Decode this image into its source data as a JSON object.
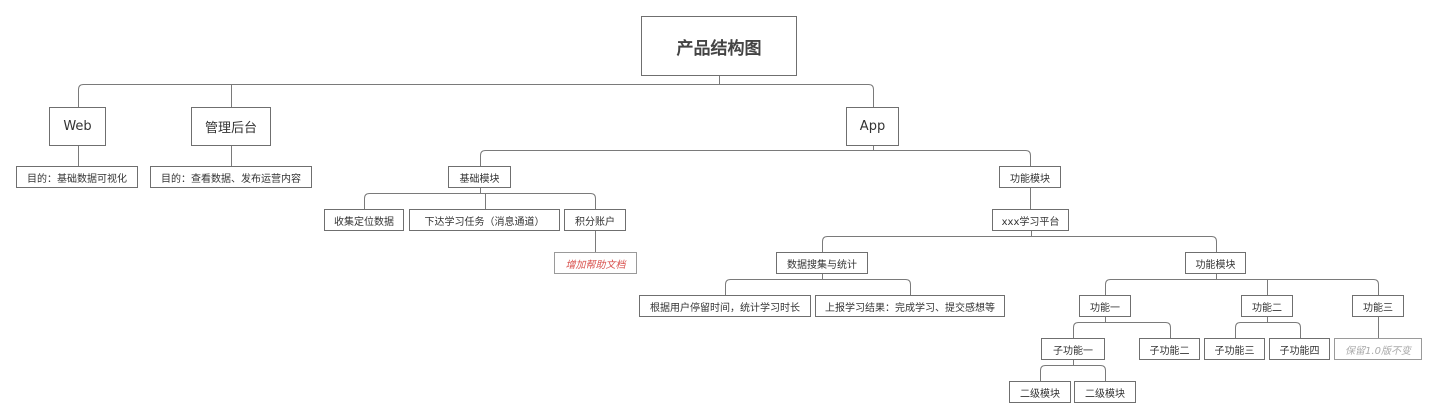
{
  "diagram": {
    "root": "产品结构图",
    "web": "Web",
    "web_goal": "目的：基础数据可视化",
    "admin": "管理后台",
    "admin_goal": "目的：查看数据、发布运营内容",
    "app": "App",
    "basic_module": "基础模块",
    "collect_location": "收集定位数据",
    "issue_tasks": "下达学习任务（消息通道）",
    "points_account": "积分账户",
    "add_help_doc": "增加帮助文档",
    "feature_module": "功能模块",
    "xxx_platform": "xxx学习平台",
    "data_stats": "数据搜集与统计",
    "stat_time": "根据用户停留时间，统计学习时长",
    "report_result": "上报学习结果：完成学习、提交感想等",
    "feature_module_2": "功能模块",
    "feature_1": "功能一",
    "feature_2": "功能二",
    "feature_3": "功能三",
    "sub_feature_1": "子功能一",
    "sub_feature_2": "子功能二",
    "sub_feature_3": "子功能三",
    "sub_feature_4": "子功能四",
    "keep_v1": "保留1.0版不变",
    "level2_a": "二级模块",
    "level2_b": "二级模块"
  }
}
